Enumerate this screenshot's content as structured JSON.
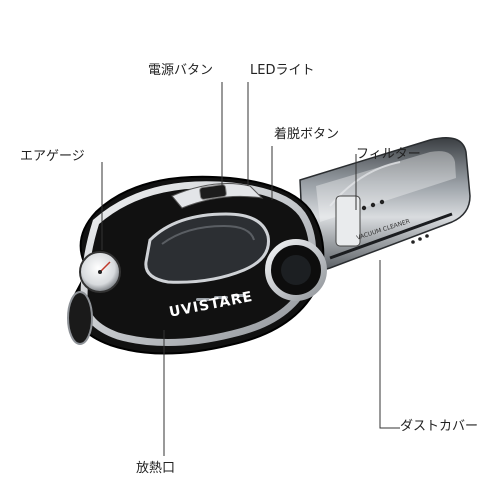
{
  "product": {
    "brand": "UVISTARE",
    "body_text": "VACUUM CLEANER"
  },
  "callouts": {
    "power_button": "電源バタン",
    "led_light": "LEDライト",
    "release_button": "着脱ボタン",
    "air_gauge": "エアゲージ",
    "filter": "フィルター",
    "dust_cover": "ダストカバー",
    "heat_vent": "放熱口"
  },
  "colors": {
    "body": "#111111",
    "silver": "#cfd2d6",
    "leader_line": "#333333",
    "transparent_tank": "#6f7479"
  }
}
